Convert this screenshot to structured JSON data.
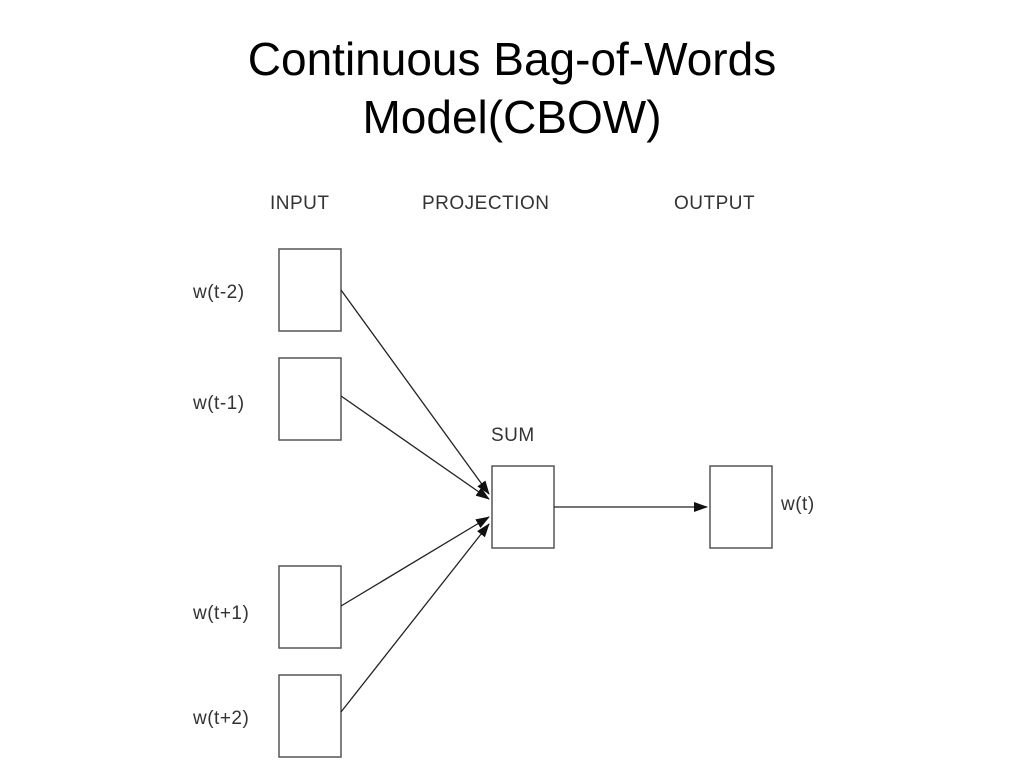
{
  "title": {
    "line1": "Continuous Bag-of-Words",
    "line2": "Model(CBOW)"
  },
  "diagram": {
    "columns": {
      "input": "INPUT",
      "projection": "PROJECTION",
      "output": "OUTPUT"
    },
    "inputs": [
      {
        "id": "t-2",
        "label": "w(t-2)"
      },
      {
        "id": "t-1",
        "label": "w(t-1)"
      },
      {
        "id": "t+1",
        "label": "w(t+1)"
      },
      {
        "id": "t+2",
        "label": "w(t+2)"
      }
    ],
    "projection_label": "SUM",
    "output_label": "w(t)",
    "colors": {
      "box_stroke": "#555555",
      "edge": "#222222",
      "text": "#333333"
    }
  }
}
